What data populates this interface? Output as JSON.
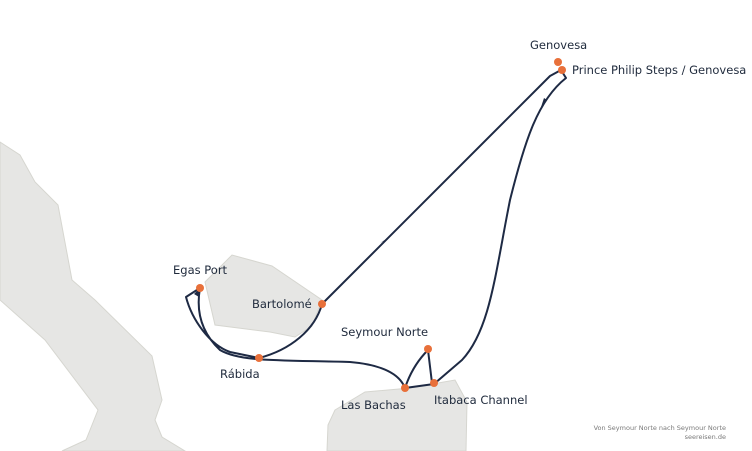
{
  "map": {
    "colors": {
      "land": "#e6e6e4",
      "land_stroke": "#d6d6d0",
      "route": "#1e2a44",
      "marker": "#e8703a",
      "label": "#1f2a3c",
      "background": "#ffffff"
    },
    "places": [
      {
        "id": "genovesa",
        "name": "Genovesa"
      },
      {
        "id": "prince-philip",
        "name": "Prince Philip Steps / Genovesa"
      },
      {
        "id": "egas-port",
        "name": "Egas Port"
      },
      {
        "id": "bartolome",
        "name": "Bartolomé"
      },
      {
        "id": "rabida",
        "name": "Rábida"
      },
      {
        "id": "seymour-norte",
        "name": "Seymour Norte"
      },
      {
        "id": "las-bachas",
        "name": "Las Bachas"
      },
      {
        "id": "itabaca",
        "name": "Itabaca Channel"
      }
    ],
    "credit": {
      "line1": "Von Seymour Norte nach Seymour Norte",
      "line2": "seereisen.de"
    }
  }
}
